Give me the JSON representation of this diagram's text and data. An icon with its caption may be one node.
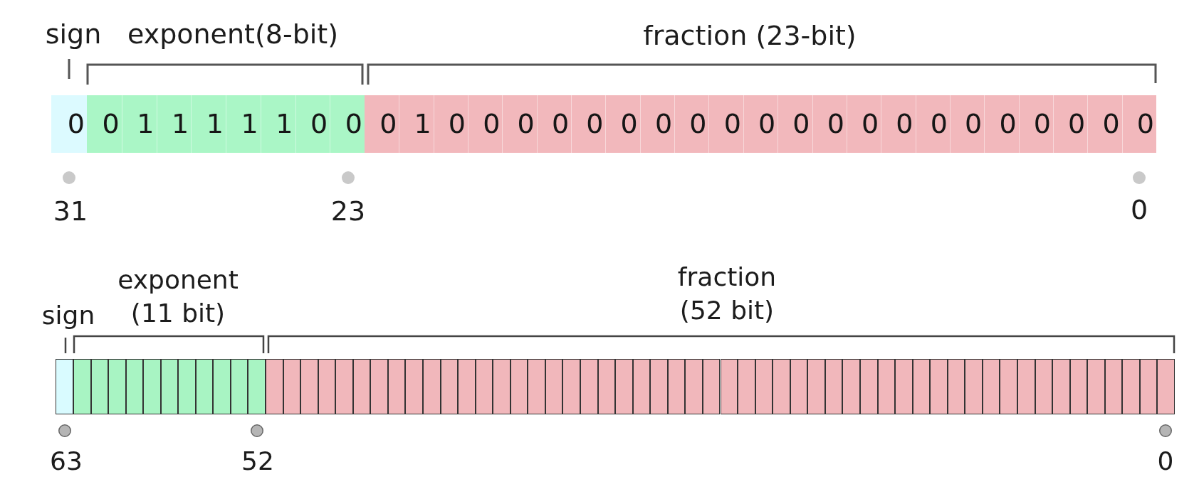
{
  "diagram": {
    "nodes": [
      {
        "text": [
          "0"
        ]
      },
      {
        "text": [
          "0"
        ]
      },
      {
        "text": [
          "1"
        ]
      },
      {
        "text": [
          "1"
        ]
      },
      {
        "text": [
          "1"
        ]
      },
      {
        "text": [
          "1"
        ]
      },
      {
        "text": [
          "1"
        ]
      },
      {
        "text": [
          "0"
        ]
      },
      {
        "text": [
          "0"
        ]
      },
      {
        "text": [
          "0"
        ]
      },
      {
        "text": [
          "1"
        ]
      },
      {
        "text": [
          "0"
        ]
      },
      {
        "text": [
          "0"
        ]
      },
      {
        "text": [
          "0"
        ]
      },
      {
        "text": [
          "0"
        ]
      },
      {
        "text": [
          "0"
        ]
      },
      {
        "text": [
          "0"
        ]
      },
      {
        "text": [
          "0"
        ]
      },
      {
        "text": [
          "0"
        ]
      },
      {
        "text": [
          "0"
        ]
      },
      {
        "text": [
          "0"
        ]
      },
      {
        "text": [
          "0"
        ]
      },
      {
        "text": [
          "0"
        ]
      },
      {
        "text": [
          "0"
        ]
      },
      {
        "text": [
          "0"
        ]
      },
      {
        "text": [
          "0"
        ]
      },
      {
        "text": [
          "0"
        ]
      },
      {
        "text": [
          "0"
        ]
      },
      {
        "text": [
          "0"
        ]
      },
      {
        "text": [
          "0"
        ]
      },
      {
        "text": [
          "0"
        ]
      },
      {
        "text": [
          "0"
        ]
      },
      {
        "text": [],
        "shape": "box"
      },
      {
        "text": [],
        "shape": "box"
      },
      {
        "text": [],
        "shape": "box"
      },
      {
        "text": [],
        "shape": "box"
      },
      {
        "text": [],
        "shape": "box"
      },
      {
        "text": [],
        "shape": "box"
      },
      {
        "text": [],
        "shape": "box"
      },
      {
        "text": [],
        "shape": "box"
      },
      {
        "text": [],
        "shape": "box"
      },
      {
        "text": [],
        "shape": "box"
      },
      {
        "text": [],
        "shape": "box"
      },
      {
        "text": [],
        "shape": "box"
      },
      {
        "text": [],
        "shape": "box"
      },
      {
        "text": [],
        "shape": "box"
      },
      {
        "text": [],
        "shape": "box"
      },
      {
        "text": [],
        "shape": "box"
      },
      {
        "text": [],
        "shape": "box"
      },
      {
        "text": [],
        "shape": "box"
      },
      {
        "text": [],
        "shape": "box"
      },
      {
        "text": [],
        "shape": "box"
      },
      {
        "text": [],
        "shape": "box"
      },
      {
        "text": [],
        "shape": "box"
      },
      {
        "text": [],
        "shape": "box"
      },
      {
        "text": [],
        "shape": "box"
      },
      {
        "text": [],
        "shape": "box"
      },
      {
        "text": [],
        "shape": "box"
      },
      {
        "text": [],
        "shape": "box"
      },
      {
        "text": [],
        "shape": "box"
      },
      {
        "text": [],
        "shape": "box"
      },
      {
        "text": [],
        "shape": "box"
      },
      {
        "text": [],
        "shape": "box"
      },
      {
        "text": [],
        "shape": "box"
      },
      {
        "text": [],
        "shape": "box"
      },
      {
        "text": [],
        "shape": "box"
      },
      {
        "text": [],
        "shape": "box"
      },
      {
        "text": [],
        "shape": "box"
      },
      {
        "text": [],
        "shape": "box"
      },
      {
        "text": [],
        "shape": "box"
      },
      {
        "text": [],
        "shape": "box"
      },
      {
        "text": [],
        "shape": "box"
      },
      {
        "text": [],
        "shape": "box"
      },
      {
        "text": [],
        "shape": "box"
      },
      {
        "text": [],
        "shape": "box"
      },
      {
        "text": [],
        "shape": "box"
      },
      {
        "text": [],
        "shape": "box"
      },
      {
        "text": [],
        "shape": "box"
      },
      {
        "text": [],
        "shape": "box"
      },
      {
        "text": [],
        "shape": "box"
      },
      {
        "text": [],
        "shape": "box"
      },
      {
        "text": [],
        "shape": "box"
      },
      {
        "text": [],
        "shape": "box"
      },
      {
        "text": [],
        "shape": "box"
      },
      {
        "text": [],
        "shape": "box"
      },
      {
        "text": [],
        "shape": "box"
      },
      {
        "text": [],
        "shape": "box"
      },
      {
        "text": [],
        "shape": "box"
      },
      {
        "text": [],
        "shape": "box"
      },
      {
        "text": [],
        "shape": "box"
      },
      {
        "text": [],
        "shape": "box"
      },
      {
        "text": [],
        "shape": "box"
      },
      {
        "text": [],
        "shape": "box"
      },
      {
        "text": [],
        "shape": "box"
      },
      {
        "text": [],
        "shape": "box"
      },
      {
        "text": [],
        "shape": "box"
      }
    ],
    "labels": [
      "sign",
      "exponent(8-bit)",
      "fraction (23-bit)",
      "31",
      "23",
      "0",
      "sign",
      "exponent (11 bit)",
      "fraction (52 bit)",
      "63",
      "52",
      "0"
    ]
  }
}
